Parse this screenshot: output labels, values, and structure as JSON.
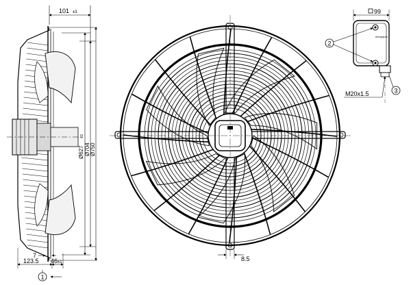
{
  "side_view": {
    "width_top": "101",
    "width_top_tol": "±3",
    "dia_inner": "Ø627",
    "dia_inner_tol": "±2",
    "dia_mid": "Ø704",
    "dia_outer": "Ø750",
    "dim_small": "7",
    "dim_depth": "123.5",
    "dim_hub": "46",
    "dim_hub_tol": "±1",
    "callout_1": "1"
  },
  "front_view": {
    "slot_width": "8.5"
  },
  "terminal_box": {
    "width": "99",
    "gland": "M20x1.5",
    "callout_2": "2",
    "callout_3": "3",
    "brand": "ebmpapst"
  }
}
